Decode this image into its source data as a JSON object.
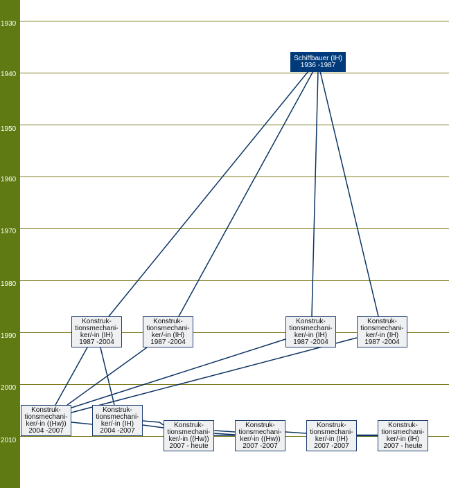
{
  "years": [
    "1930",
    "1940",
    "1950",
    "1960",
    "1970",
    "1980",
    "1990",
    "2000",
    "2010"
  ],
  "nodes": [
    {
      "l1": "Schiffbauer (IH)",
      "l2": "1936 -1987"
    },
    {
      "l1": "Konstruk-",
      "l2": "tionsmechani-",
      "l3": "ker/-in (IH)",
      "l4": "1987 -2004"
    },
    {
      "l1": "Konstruk-",
      "l2": "tionsmechani-",
      "l3": "ker/-in (IH)",
      "l4": "1987 -2004"
    },
    {
      "l1": "Konstruk-",
      "l2": "tionsmechani-",
      "l3": "ker/-in (IH)",
      "l4": "1987 -2004"
    },
    {
      "l1": "Konstruk-",
      "l2": "tionsmechani-",
      "l3": "ker/-in (IH)",
      "l4": "1987 -2004"
    },
    {
      "l1": "Konstruk-",
      "l2": "tionsmechani-",
      "l3": "ker/-in ((Hw))",
      "l4": "2004 -2007"
    },
    {
      "l1": "Konstruk-",
      "l2": "tionsmechani-",
      "l3": "ker/-in (IH)",
      "l4": "2004 -2007"
    },
    {
      "l1": "Konstruk-",
      "l2": "tionsmechani-",
      "l3": "ker/-in ((Hw))",
      "l4": "2007 - heute"
    },
    {
      "l1": "Konstruk-",
      "l2": "tionsmechani-",
      "l3": "ker/-in ((Hw))",
      "l4": "2007 -2007"
    },
    {
      "l1": "Konstruk-",
      "l2": "tionsmechani-",
      "l3": "ker/-in (IH)",
      "l4": "2007 -2007"
    },
    {
      "l1": "Konstruk-",
      "l2": "tionsmechani-",
      "l3": "ker/-in (IH)",
      "l4": "2007 - heute"
    }
  ]
}
